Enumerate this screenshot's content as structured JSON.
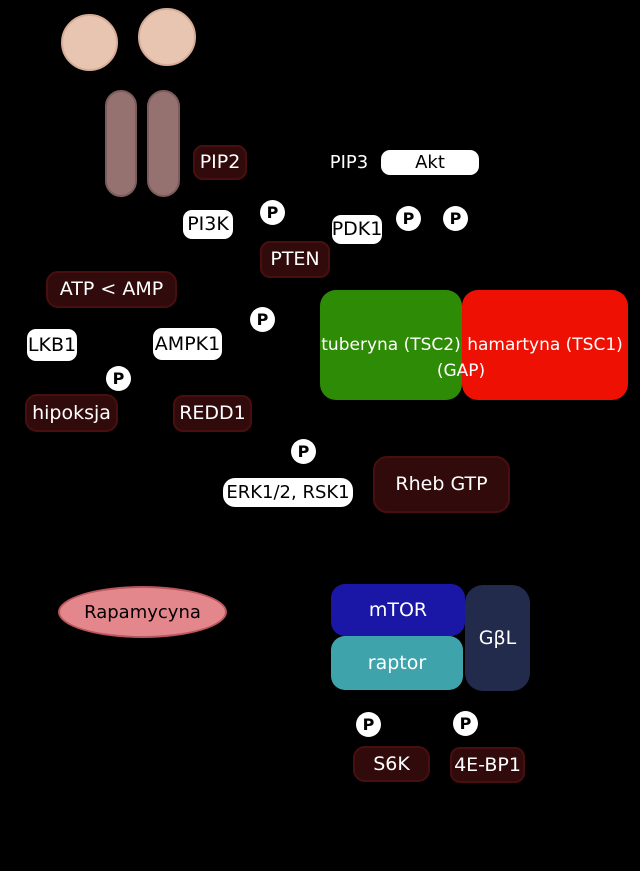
{
  "diagram": {
    "phosphate": {
      "label": "P"
    },
    "nodes": {
      "pip2": {
        "label": "PIP2"
      },
      "pip3": {
        "label": "PIP3"
      },
      "akt": {
        "label": "Akt"
      },
      "pi3k": {
        "label": "PI3K"
      },
      "pdk1": {
        "label": "PDK1"
      },
      "pten": {
        "label": "PTEN"
      },
      "atp_amp": {
        "label": "ATP < AMP"
      },
      "lkb1": {
        "label": "LKB1"
      },
      "ampk1": {
        "label": "AMPK1"
      },
      "hipoksja": {
        "label": "hipoksja"
      },
      "redd1": {
        "label": "REDD1"
      },
      "tsc2": {
        "label": "tuberyna (TSC2)"
      },
      "tsc1": {
        "label": "hamartyna (TSC1)"
      },
      "gap": {
        "label": "(GAP)"
      },
      "erk_rsk": {
        "label": "ERK1/2, RSK1"
      },
      "rheb_gtp": {
        "label": "Rheb GTP"
      },
      "rapamycyna": {
        "label": "Rapamycyna"
      },
      "mtor": {
        "label": "mTOR"
      },
      "raptor": {
        "label": "raptor"
      },
      "gbl": {
        "label": "GβL"
      },
      "s6k": {
        "label": "S6K"
      },
      "ebp1": {
        "label": "4E-BP1"
      }
    },
    "colors": {
      "background": "#000000",
      "maroon_box": "#310b0b",
      "white_box": "#ffffff",
      "tsc2_green": "#2e8b05",
      "tsc1_red": "#ee1103",
      "mtor_blue": "#1b17a6",
      "raptor_teal": "#3fa3ab",
      "gbl_navy": "#232b4c",
      "rapamycin_pink": "#e4878c",
      "receptor_mauve": "#957170",
      "ligand_skin": "#e8c5b1"
    }
  }
}
